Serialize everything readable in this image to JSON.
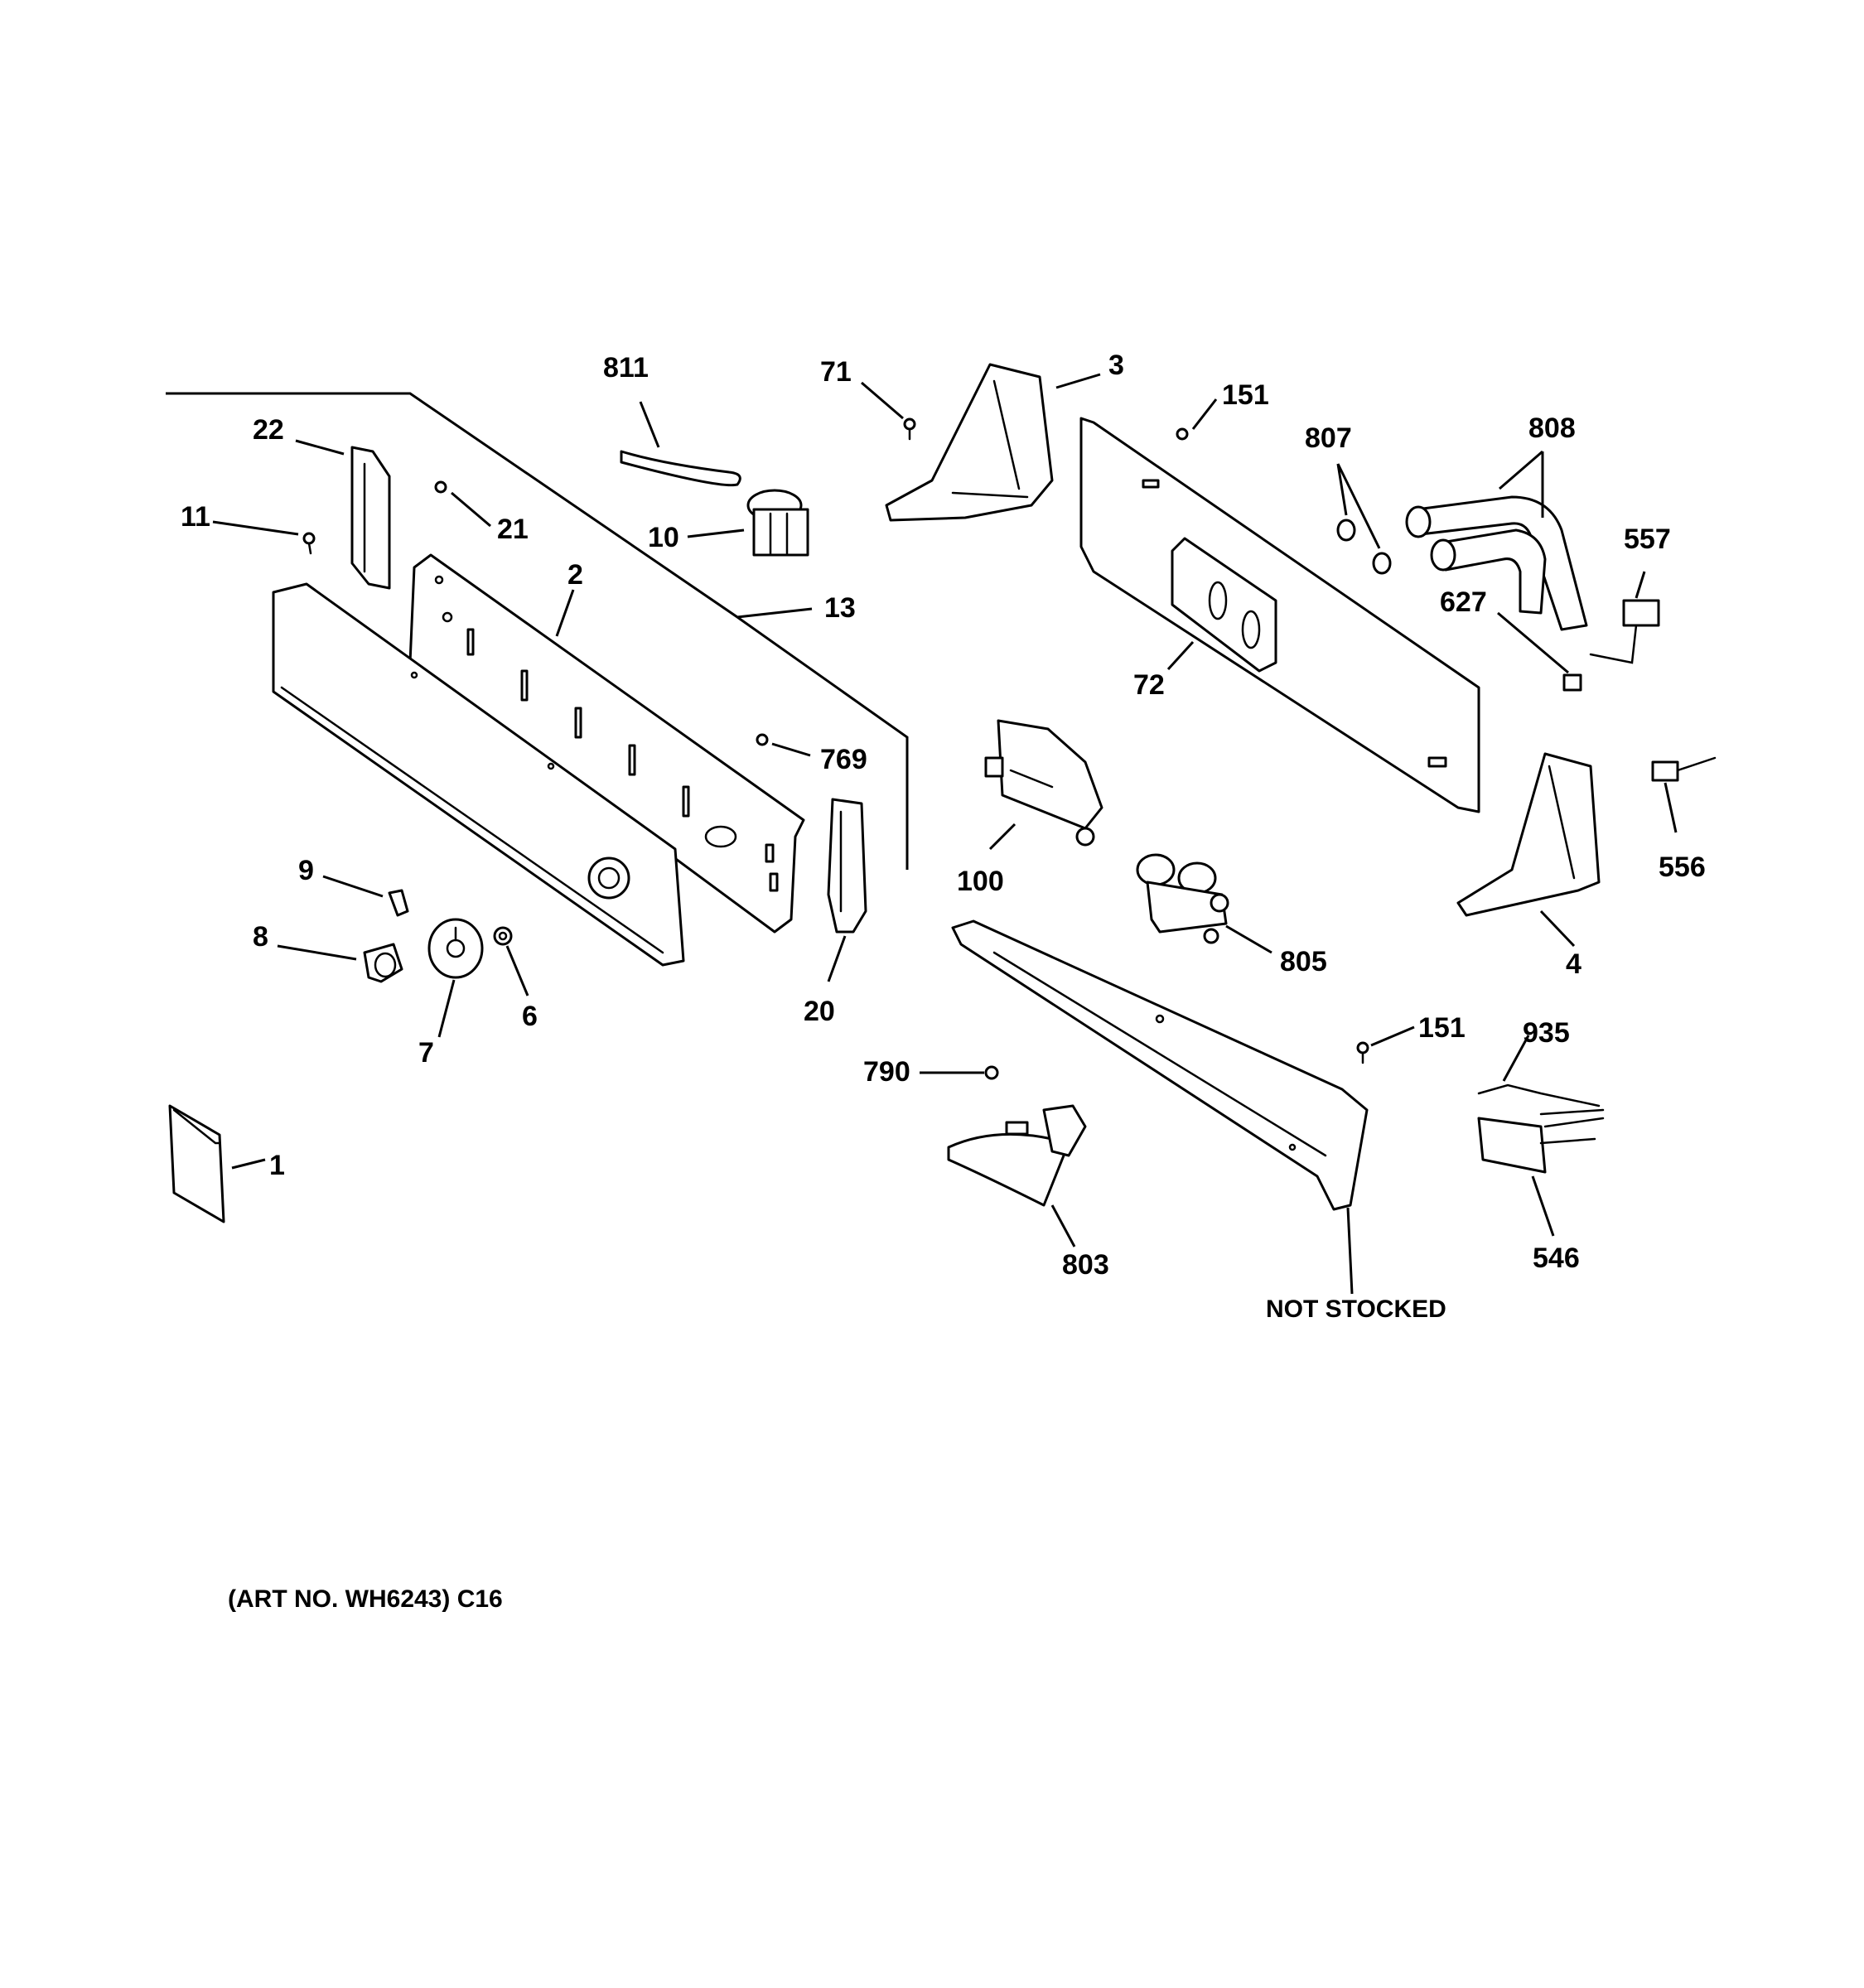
{
  "diagram": {
    "callouts": [
      "811",
      "71",
      "3",
      "151",
      "807",
      "808",
      "22",
      "21",
      "11",
      "10",
      "2",
      "13",
      "557",
      "627",
      "72",
      "769",
      "100",
      "556",
      "9",
      "8",
      "7",
      "6",
      "20",
      "805",
      "4",
      "151",
      "935",
      "790",
      "1",
      "803",
      "546"
    ],
    "not_stocked": "NOT STOCKED",
    "art_number": "(ART NO. WH6243) C16"
  }
}
